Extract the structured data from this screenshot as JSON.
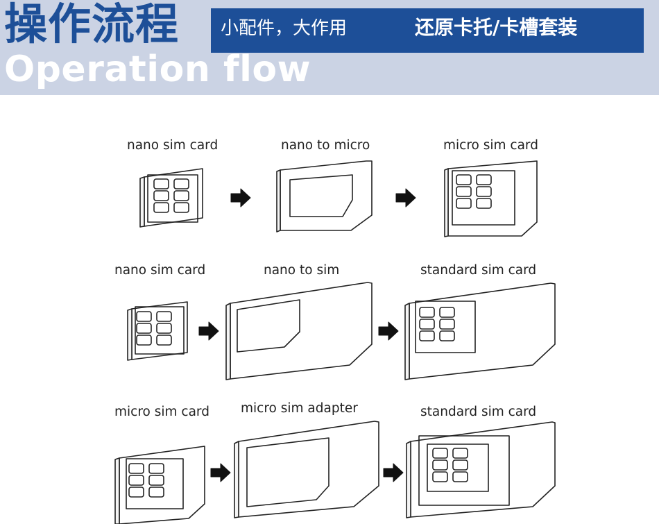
{
  "header": {
    "title_cn": "操作流程",
    "title_en": "Operation flow",
    "tagline_part1": "小配件，大作用",
    "tagline_part2": "还原卡托/卡槽套装"
  },
  "rows": [
    {
      "from": "nano sim card",
      "adapter": "nano to micro",
      "result": "micro sim card"
    },
    {
      "from": "nano sim card",
      "adapter": "nano to sim",
      "result": "standard sim card"
    },
    {
      "from": "micro sim card",
      "adapter": "micro sim adapter",
      "result": "standard sim card"
    }
  ],
  "colors": {
    "brand_blue": "#1d4f98",
    "header_bg": "#cbd3e4",
    "ink": "#222222"
  }
}
